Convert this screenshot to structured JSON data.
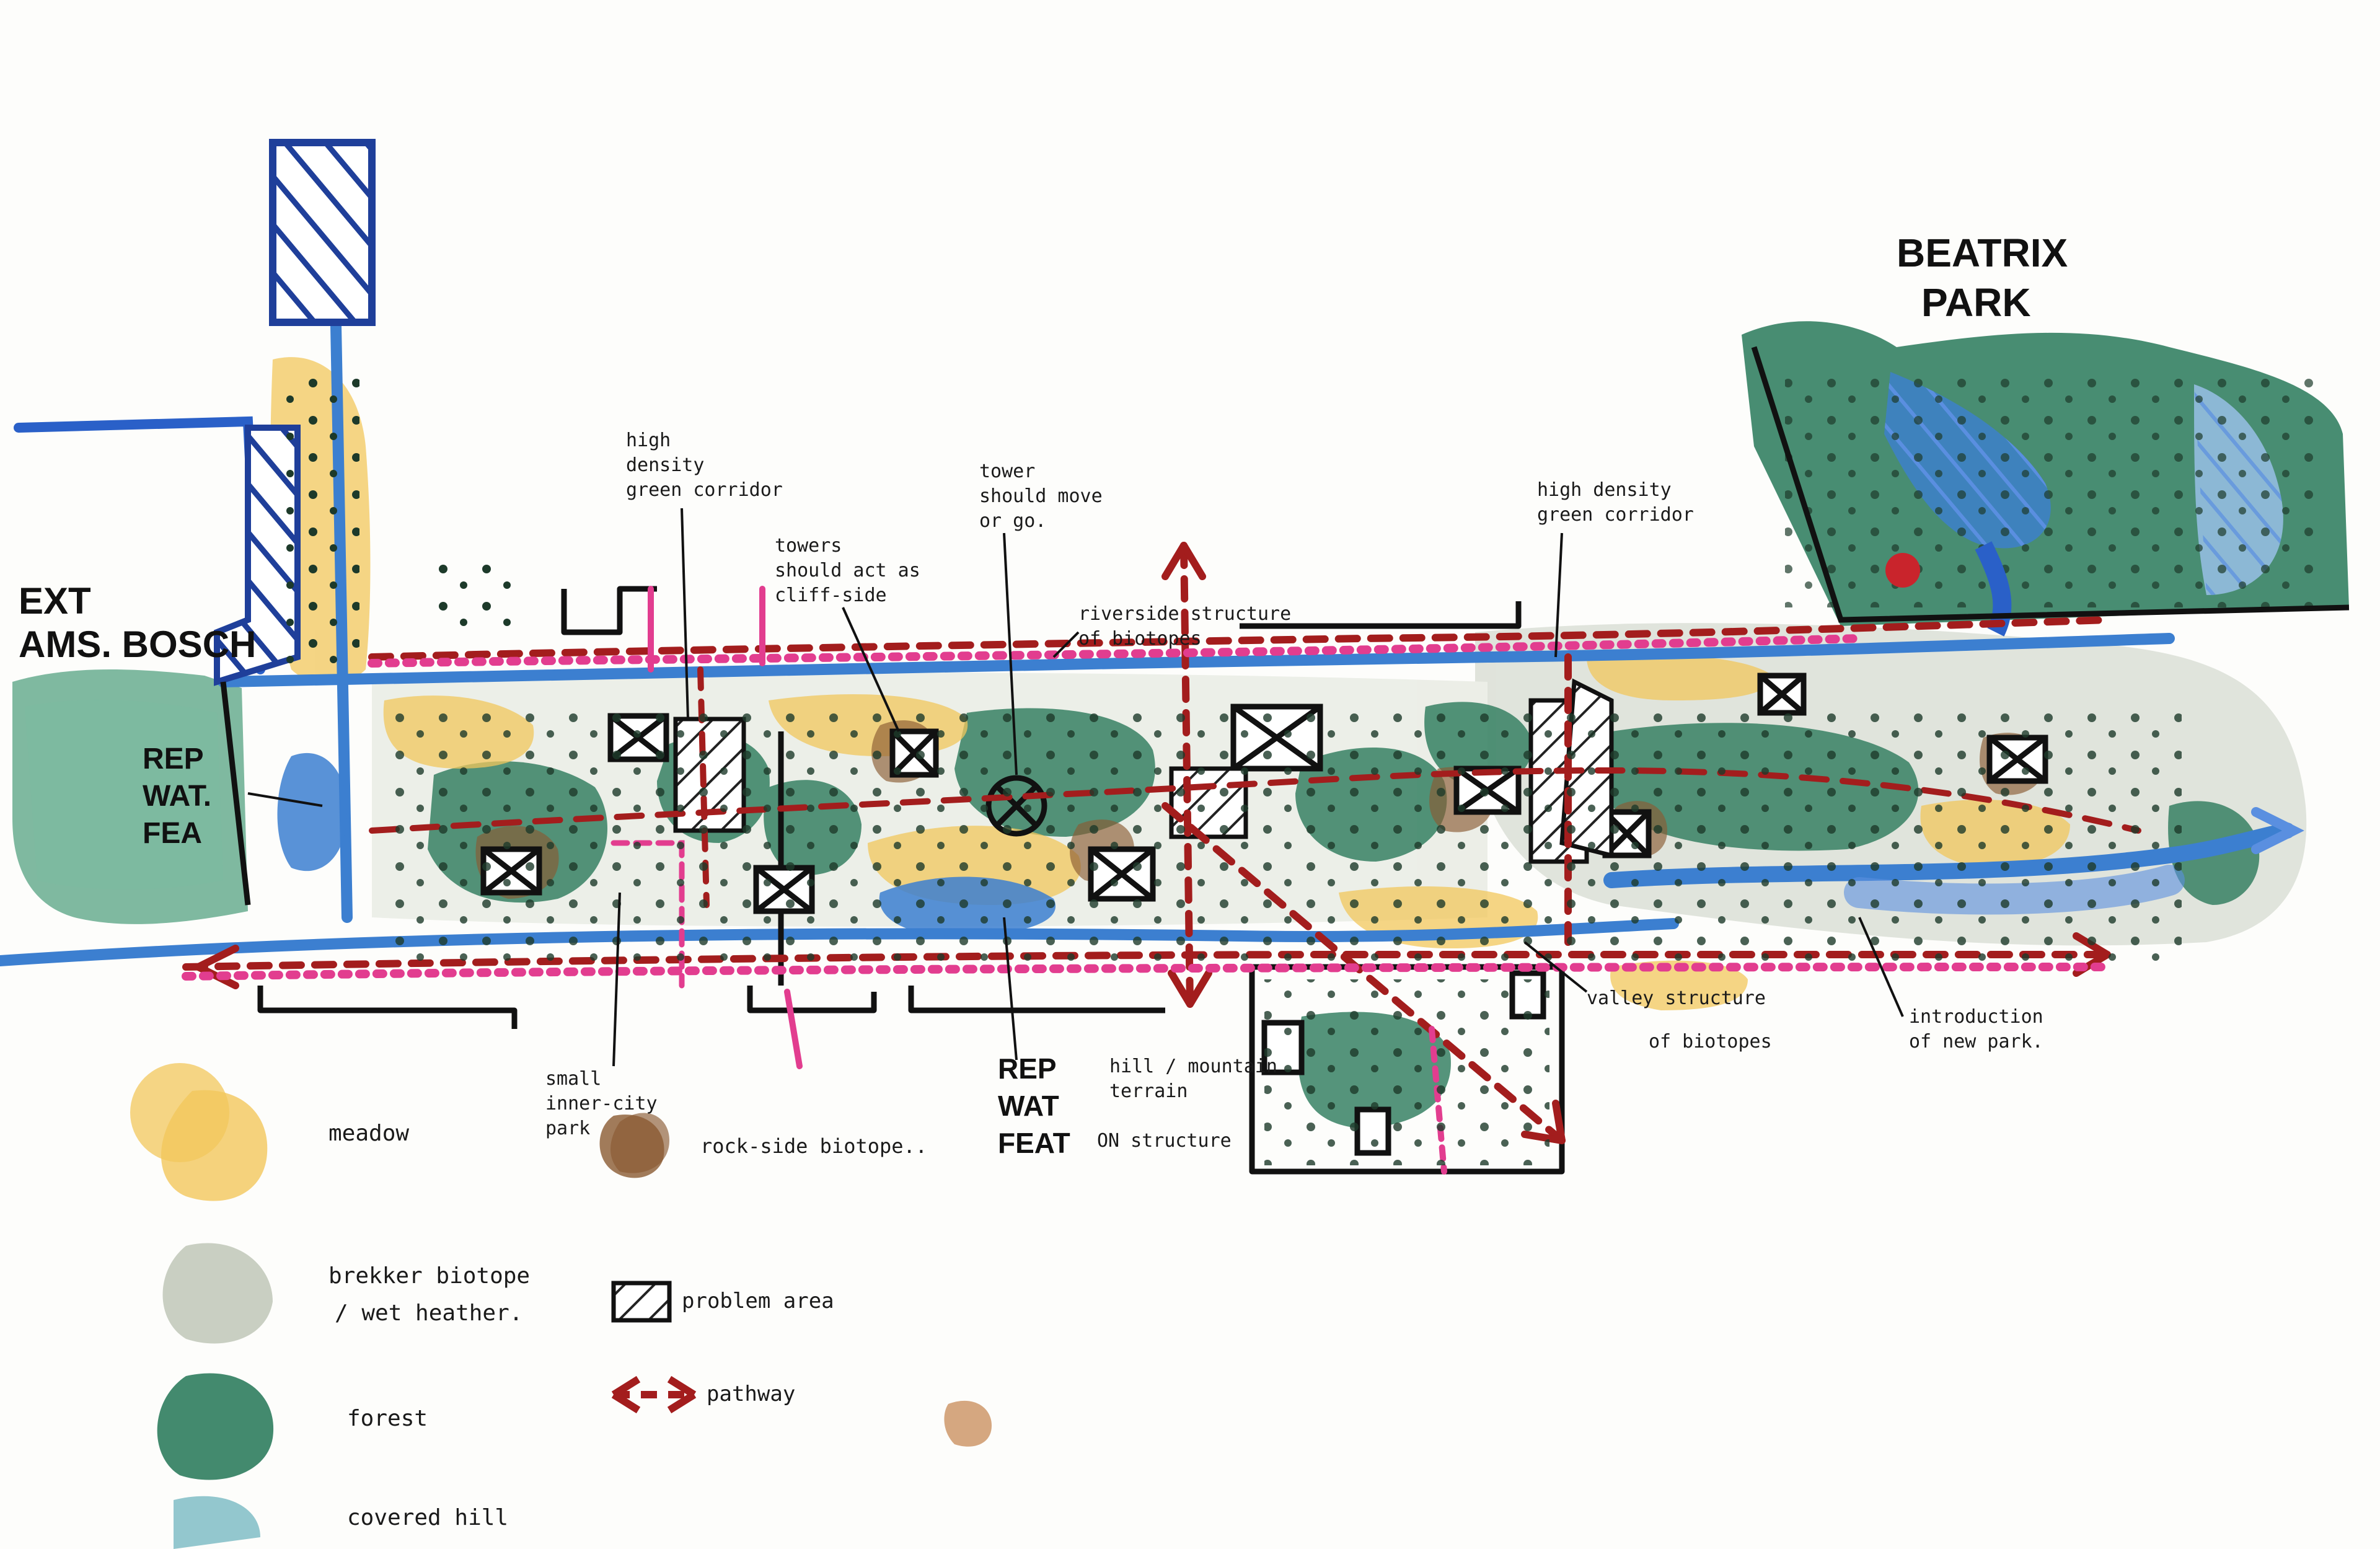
{
  "places": {
    "beatrix_park": [
      "BEATRIX",
      "PARK"
    ],
    "ams_bosch": [
      "EXT",
      "AMS. BOSCH"
    ]
  },
  "annotations": {
    "rep_wat_fea_left": [
      "REP",
      "WAT.",
      "FEA"
    ],
    "rep_wat_feat_center": [
      "REP",
      "WAT",
      "FEAT"
    ],
    "green_corridor_left": [
      "high",
      "density",
      "green corridor"
    ],
    "towers_cliff": [
      "towers",
      "should act as",
      "cliff-side"
    ],
    "tower_move": [
      "tower",
      "should move",
      "or go."
    ],
    "riverside": [
      "riverside structure",
      "of biotopes"
    ],
    "green_corridor_right": [
      "high density",
      "green corridor"
    ],
    "small_park": [
      "small",
      "inner-city",
      "park"
    ],
    "hill_terrain": [
      "hill / mountain",
      "terrain",
      "ON structure"
    ],
    "valley": [
      "valley structure",
      "of biotopes"
    ],
    "new_park": [
      "introduction",
      "of new park."
    ]
  },
  "legend": {
    "items": [
      {
        "label": "meadow",
        "color": "#f2c75c"
      },
      {
        "label": "rock-side biotope..",
        "color": "#8a5a32"
      },
      {
        "label": "brekker biotope",
        "label2": "/ wet heather.",
        "color": "#c9cfc2"
      },
      {
        "label": "problem area",
        "color": "#333333"
      },
      {
        "label": "forest",
        "color": "#2f7d5e"
      },
      {
        "label": "pathway",
        "color": "#a31d1d"
      },
      {
        "label": "covered hill",
        "color": "#78b9c3"
      }
    ]
  },
  "colors": {
    "meadow": "#f2c75c",
    "forest": "#2f7d5e",
    "water": "#3c7fd0",
    "pathway": "#a31d1d",
    "pink": "#e23d8f",
    "rock": "#8a5a32",
    "wet_heather": "#c9cfc2"
  }
}
